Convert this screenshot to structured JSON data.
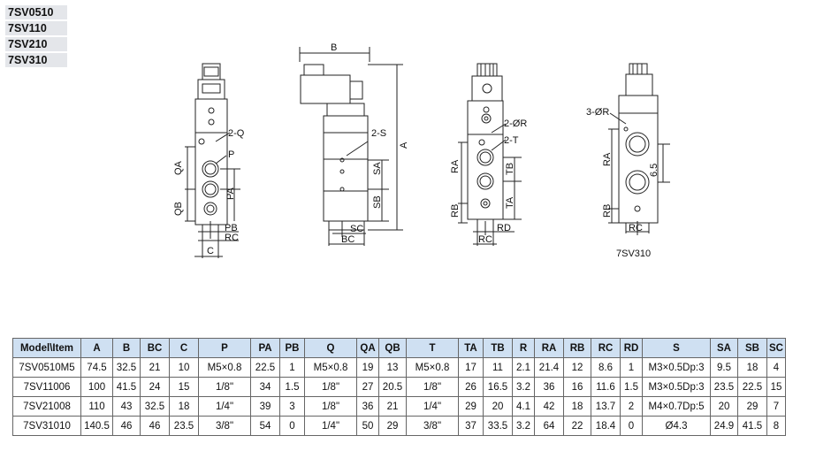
{
  "models": [
    "7SV0510",
    "7SV110",
    "7SV210",
    "7SV310"
  ],
  "drawings": {
    "view1": {
      "label_2q": "2-Q",
      "label_p": "P",
      "label_qa": "QA",
      "label_qb": "QB",
      "label_pa": "PA",
      "label_pb": "PB",
      "label_rc": "RC",
      "label_c": "C"
    },
    "view2": {
      "label_b": "B",
      "label_2s": "2-S",
      "label_a": "A",
      "label_sa": "SA",
      "label_sb": "SB",
      "label_sc": "SC",
      "label_bc": "BC"
    },
    "view3": {
      "label_2r": "2-ØR",
      "label_2t": "2-T",
      "label_ra": "RA",
      "label_rb": "RB",
      "label_tb": "TB",
      "label_ta": "TA",
      "label_rc": "RC",
      "label_rd": "RD"
    },
    "view4": {
      "label_3r": "3-ØR",
      "label_ra": "RA",
      "label_rb": "RB",
      "label_65": "6.5",
      "label_rc": "RC",
      "caption": "7SV310"
    }
  },
  "table": {
    "headers": [
      "Model\\Item",
      "A",
      "B",
      "BC",
      "C",
      "P",
      "PA",
      "PB",
      "Q",
      "QA",
      "QB",
      "T",
      "TA",
      "TB",
      "R",
      "RA",
      "RB",
      "RC",
      "RD",
      "S",
      "SA",
      "SB",
      "SC"
    ],
    "rows": [
      [
        "7SV0510M5",
        "74.5",
        "32.5",
        "21",
        "10",
        "M5×0.8",
        "22.5",
        "1",
        "M5×0.8",
        "19",
        "13",
        "M5×0.8",
        "17",
        "11",
        "2.1",
        "21.4",
        "12",
        "8.6",
        "1",
        "M3×0.5Dp:3",
        "9.5",
        "18",
        "4"
      ],
      [
        "7SV11006",
        "100",
        "41.5",
        "24",
        "15",
        "1/8\"",
        "34",
        "1.5",
        "1/8\"",
        "27",
        "20.5",
        "1/8\"",
        "26",
        "16.5",
        "3.2",
        "36",
        "16",
        "11.6",
        "1.5",
        "M3×0.5Dp:3",
        "23.5",
        "22.5",
        "15"
      ],
      [
        "7SV21008",
        "110",
        "43",
        "32.5",
        "18",
        "1/4\"",
        "39",
        "3",
        "1/8\"",
        "36",
        "21",
        "1/4\"",
        "29",
        "20",
        "4.1",
        "42",
        "18",
        "13.7",
        "2",
        "M4×0.7Dp:5",
        "20",
        "29",
        "7"
      ],
      [
        "7SV31010",
        "140.5",
        "46",
        "46",
        "23.5",
        "3/8\"",
        "54",
        "0",
        "1/4\"",
        "50",
        "29",
        "3/8\"",
        "37",
        "33.5",
        "3.2",
        "64",
        "22",
        "18.4",
        "0",
        "Ø4.3",
        "24.9",
        "41.5",
        "8"
      ]
    ]
  }
}
